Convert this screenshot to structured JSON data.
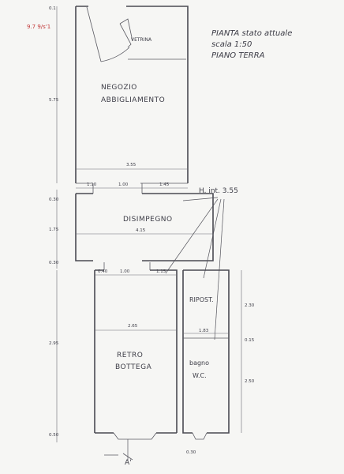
{
  "title": {
    "line1": "PIANTA stato attuale",
    "line2": "scala 1:50",
    "line3": "PIANO TERRA"
  },
  "corner_mark": "9.7 9/s'1",
  "height_label": "H. int. 3.55",
  "section_label": "A'",
  "rooms": {
    "negozio_1": "NEGOZIO",
    "negozio_2": "ABBIGLIAMENTO",
    "vetrina": "VETRINA",
    "disimpegno": "DISIMPEGNO",
    "retro_1": "RETRO",
    "retro_2": "BOTTEGA",
    "ripost": "RIPOST.",
    "bagno_1": "bagno",
    "bagno_2": "W.C."
  },
  "dimensions": {
    "top_small": "0.1",
    "negozio_height": "5.75",
    "negozio_width": "3.55",
    "opening_left": "1.10",
    "opening_mid": "1.00",
    "opening_right": "1.45",
    "wall_1": "0.30",
    "disimpegno_height": "1.75",
    "disimpegno_width": "4.15",
    "wall_2": "0.30",
    "lower_a": "0.40",
    "lower_b": "1.00",
    "lower_c": "1.15",
    "retro_height": "2.95",
    "retro_width": "2.65",
    "ripost_width": "1.83",
    "ripost_height": "2.30",
    "wall_3": "0.15",
    "bagno_height": "2.50",
    "bottom_wall": "0.50",
    "bottom_right": "0.30"
  },
  "colors": {
    "ink": "#4a4a52",
    "red_mark": "#c23a3a",
    "paper": "#f6f6f4"
  }
}
